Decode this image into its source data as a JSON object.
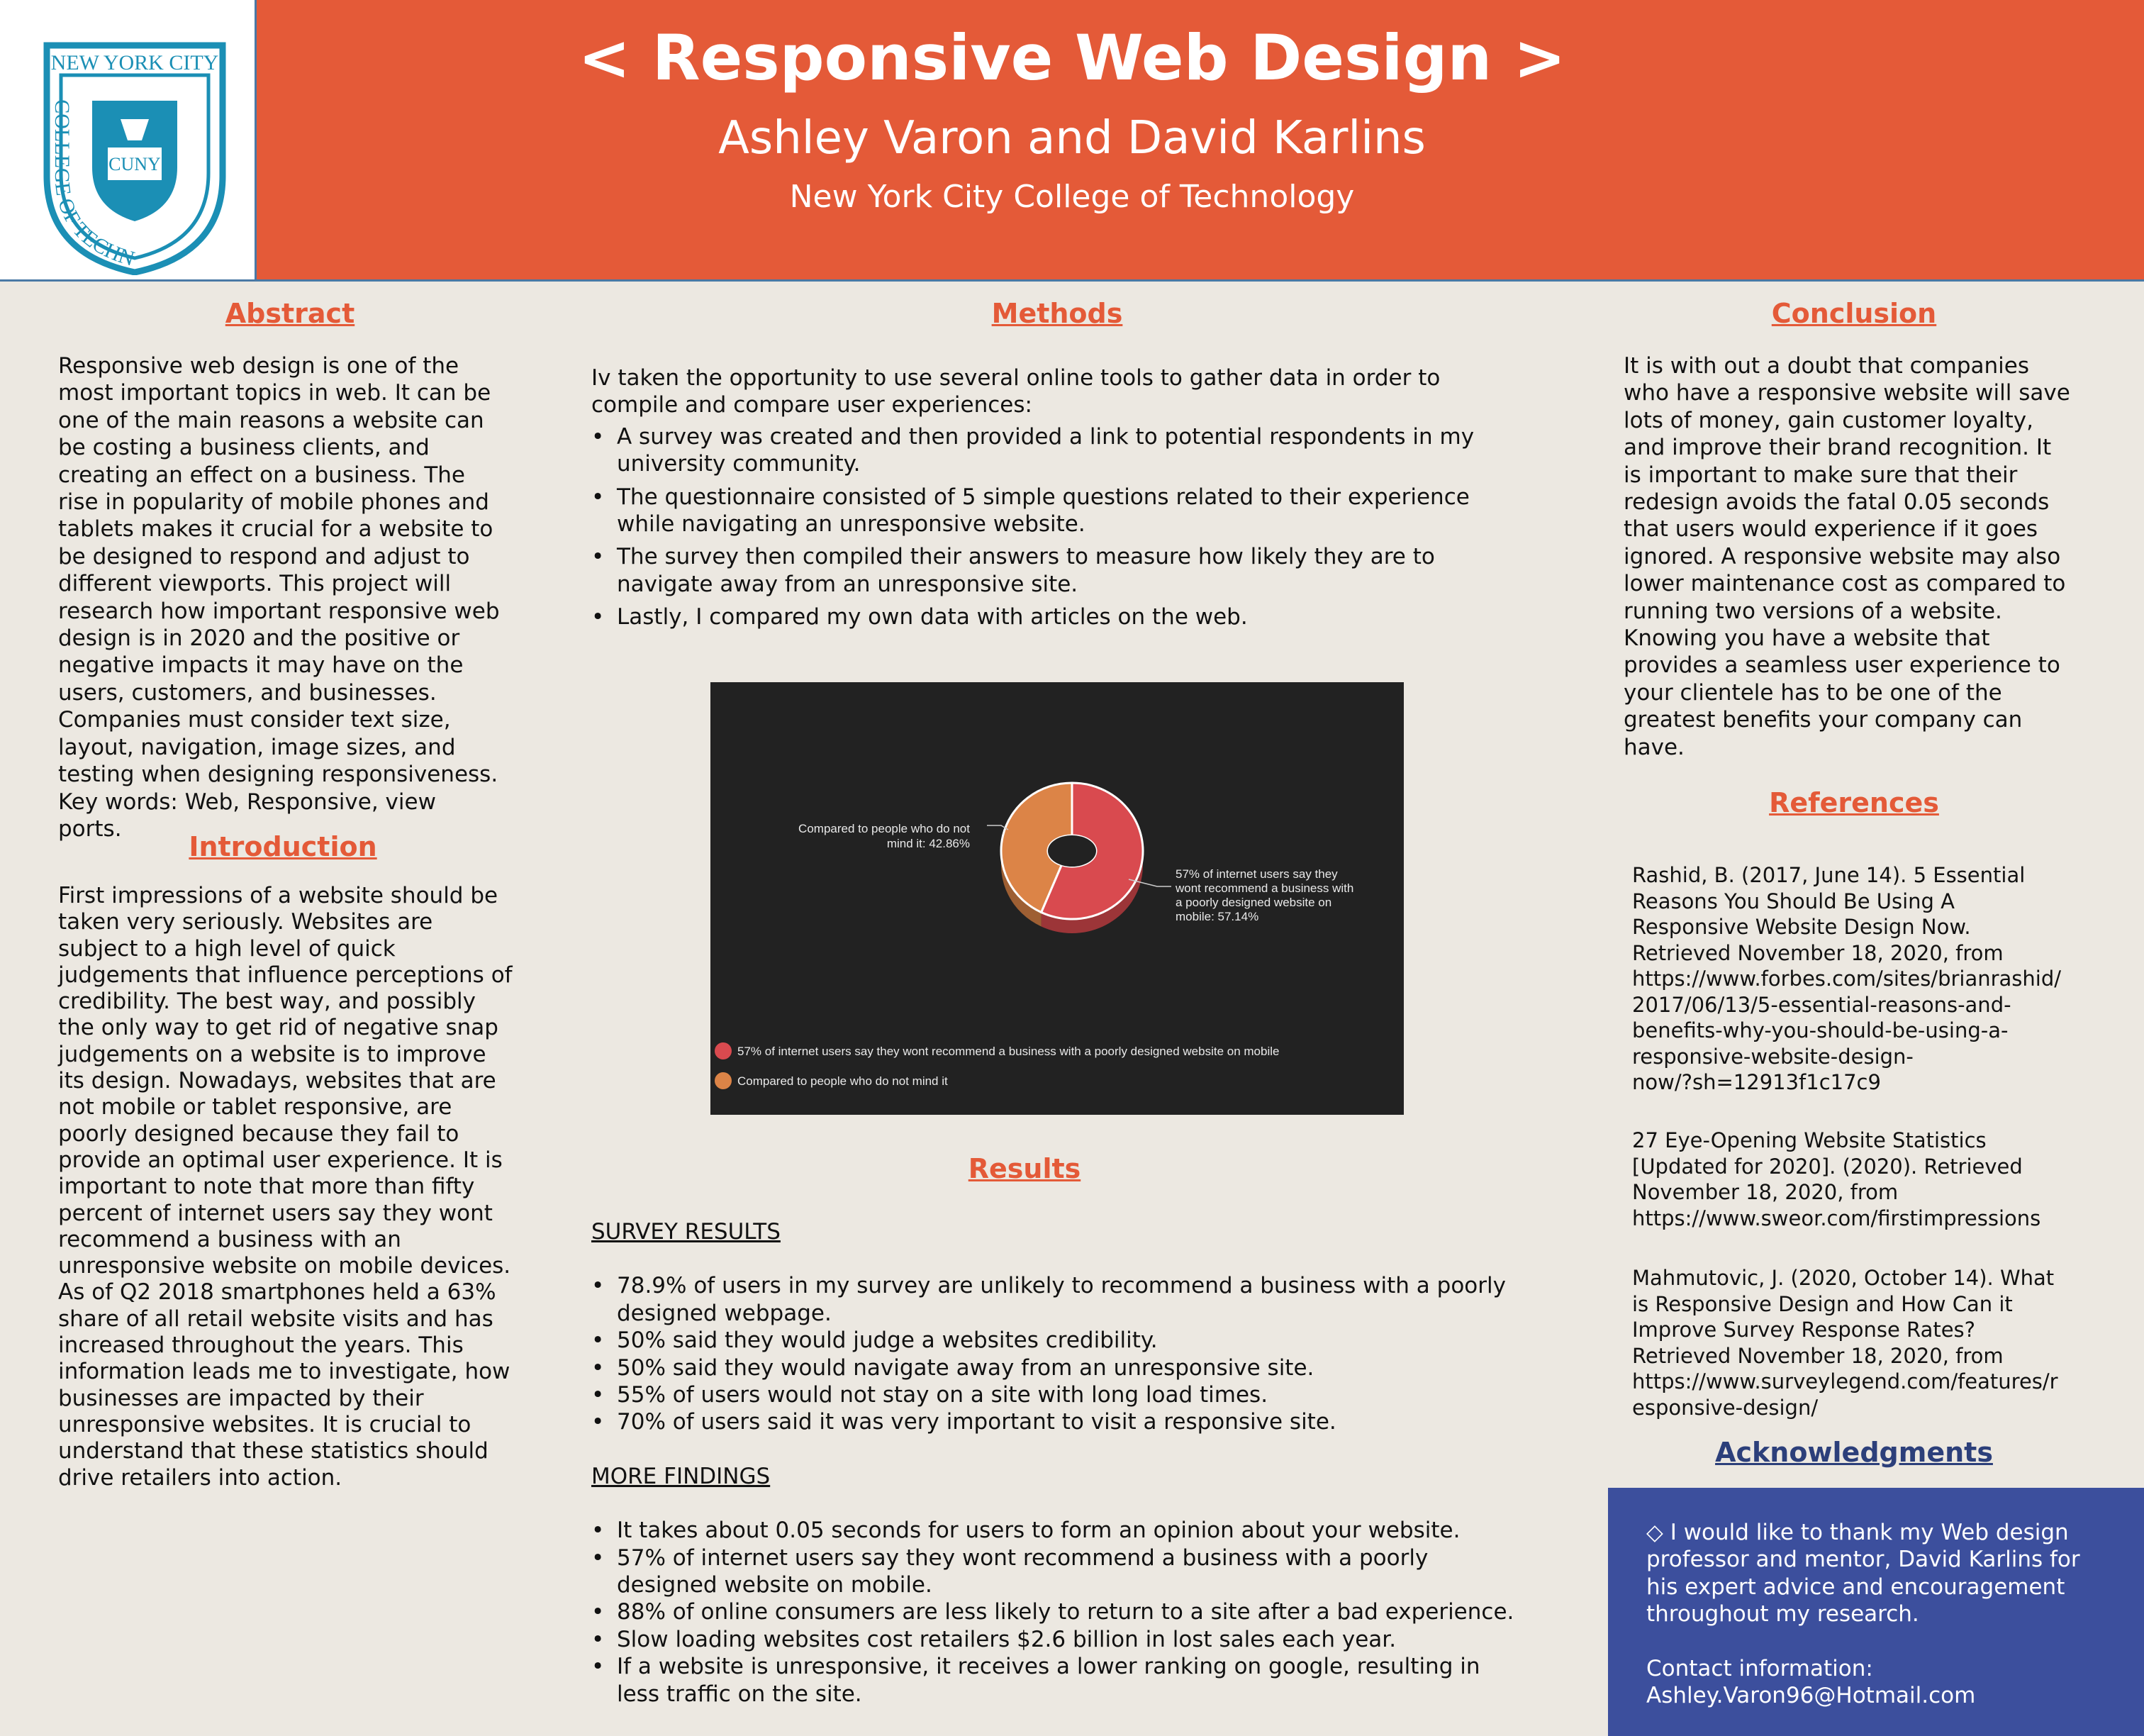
{
  "header": {
    "title": "< Responsive Web Design >",
    "authors": "Ashley Varon and David Karlins",
    "affiliation": "New York City College of Technology",
    "logo_text": [
      "NEW YORK CITY",
      "COLLEGE OF TECHNOLOGY",
      "CUNY"
    ],
    "colors": {
      "banner": "#e45a38",
      "accent": "#4a79a5",
      "logo": "#1b8fb5"
    }
  },
  "abstract": {
    "heading": "Abstract",
    "lines": [
      "Responsive web design is one of the",
      "most important topics in web. It can be",
      "one of the main reasons a website can",
      "be costing a business clients, and",
      "creating an effect on a business. The",
      "rise in popularity of mobile phones and",
      "tablets makes it crucial for a website to",
      "be designed to respond and adjust to",
      "different viewports. This project will",
      "research how important responsive web",
      "design is in 2020 and the positive or",
      "negative impacts it may have on the",
      "users, customers, and businesses.",
      "Companies must consider text size,",
      "layout, navigation, image sizes, and",
      "testing when designing responsiveness.",
      "Key words: Web, Responsive, view",
      "ports."
    ]
  },
  "introduction": {
    "heading": "Introduction",
    "lines": [
      "First impressions of a website should be",
      "taken very seriously. Websites are",
      "subject to a high level of quick",
      "judgements that influence perceptions of",
      "credibility. The best way, and possibly",
      "the only way to get rid of negative snap",
      "judgements on a website is to improve",
      "its design. Nowadays, websites that are",
      "not mobile or tablet responsive, are",
      "poorly designed because they fail to",
      "provide an optimal user experience. It is",
      "important to note that more than fifty",
      "percent of internet users say they wont",
      "recommend a business with an",
      "unresponsive website on mobile devices.",
      "As of Q2 2018 smartphones held a 63%",
      "share of all retail website visits and has",
      "increased throughout the years. This",
      "information leads me to investigate, how",
      "businesses are impacted by their",
      "unresponsive websites. It is crucial to",
      "understand that these statistics should",
      "drive retailers into action."
    ]
  },
  "methods": {
    "heading": "Methods",
    "intro": [
      "Iv taken the opportunity to use several online tools to gather data in order to",
      "compile and compare user experiences:"
    ],
    "bullets": [
      [
        "A survey was created and then provided a link to potential respondents in my",
        "university community."
      ],
      [
        "The questionnaire consisted of 5 simple questions related to their experience",
        "while navigating an unresponsive website."
      ],
      [
        "The survey then compiled their answers to measure how likely they are to",
        "navigate away from an unresponsive site."
      ],
      [
        "Lastly, I compared my own data with articles on the web."
      ]
    ]
  },
  "chart_data": {
    "type": "pie",
    "title": "",
    "slices": [
      {
        "label": "57% of internet users say they wont recommend a business with a poorly designed website on mobile: 57.14%",
        "value": 57.14,
        "color": "#d94a4f"
      },
      {
        "label": "Compared to people who do not mind it: 42.86%",
        "value": 42.86,
        "color": "#dc8447"
      }
    ],
    "callouts": {
      "left": [
        "Compared to people who do not",
        "mind it: 42.86%"
      ],
      "right": [
        "57% of internet users say they",
        "wont recommend a business with",
        "a poorly designed website on",
        "mobile: 57.14%"
      ]
    },
    "legend": [
      "57% of internet users say they wont recommend a business with a poorly designed website on mobile",
      "Compared to people who do not mind it"
    ],
    "legend_position": "bottom-left",
    "background": "#222222"
  },
  "results": {
    "heading": "Results",
    "survey_title": "SURVEY RESULTS",
    "survey_bullets": [
      [
        "78.9% of users in my survey are unlikely to recommend a business with a poorly",
        "designed webpage."
      ],
      [
        "50% said they would judge a websites credibility."
      ],
      [
        "50% said they would navigate away from an unresponsive site."
      ],
      [
        "55% of users would not stay on a site with long load times."
      ],
      [
        "70% of users said it was very important to visit a responsive site."
      ]
    ],
    "more_title": "MORE FINDINGS",
    "more_bullets": [
      [
        "It takes about 0.05 seconds for users to form an opinion about your website."
      ],
      [
        "57% of internet users say they wont recommend a business with a poorly",
        "designed website on mobile."
      ],
      [
        "88% of online consumers are less likely to return to a site after a bad experience."
      ],
      [
        "Slow loading websites cost retailers $2.6 billion in lost sales each year."
      ],
      [
        "If a website is unresponsive, it receives a lower ranking on google, resulting in",
        "less traffic on the site."
      ]
    ]
  },
  "conclusion": {
    "heading": "Conclusion",
    "lines": [
      "It is with out a doubt that companies",
      "who have a responsive website will save",
      "lots of money, gain customer loyalty,",
      "and improve their brand recognition. It",
      "is important to make sure that their",
      "redesign avoids the fatal 0.05 seconds",
      "that users would experience if it goes",
      "ignored. A responsive website may also",
      "lower maintenance cost as compared to",
      "running two versions of a website.",
      "Knowing you have a website that",
      "provides a seamless user experience to",
      "your clientele has to be one of the",
      "greatest benefits your company can",
      "have."
    ]
  },
  "references": {
    "heading": "References",
    "items": [
      [
        "Rashid, B. (2017, June 14). 5 Essential",
        "Reasons You Should Be Using A",
        "Responsive Website Design Now.",
        "Retrieved November 18, 2020, from",
        "https://www.forbes.com/sites/brianrashid/",
        "2017/06/13/5-essential-reasons-and-",
        "benefits-why-you-should-be-using-a-",
        "responsive-website-design-",
        "now/?sh=12913f1c17c9"
      ],
      [
        "27 Eye-Opening Website Statistics",
        "[Updated for 2020]. (2020). Retrieved",
        "November 18, 2020, from",
        "https://www.sweor.com/firstimpressions"
      ],
      [
        "Mahmutovic, J. (2020, October 14). What",
        "is Responsive Design and How Can it",
        "Improve Survey Response Rates?",
        "Retrieved November 18, 2020, from",
        "https://www.surveylegend.com/features/r",
        "esponsive-design/"
      ]
    ]
  },
  "acknowledgments": {
    "heading": "Acknowledgments",
    "lines": [
      "◇ I would like to thank my Web design",
      "professor and mentor, David Karlins for",
      "his expert advice and encouragement",
      "throughout my research."
    ],
    "contact_label": "Contact information:",
    "contact_email": "Ashley.Varon96@Hotmail.com"
  }
}
